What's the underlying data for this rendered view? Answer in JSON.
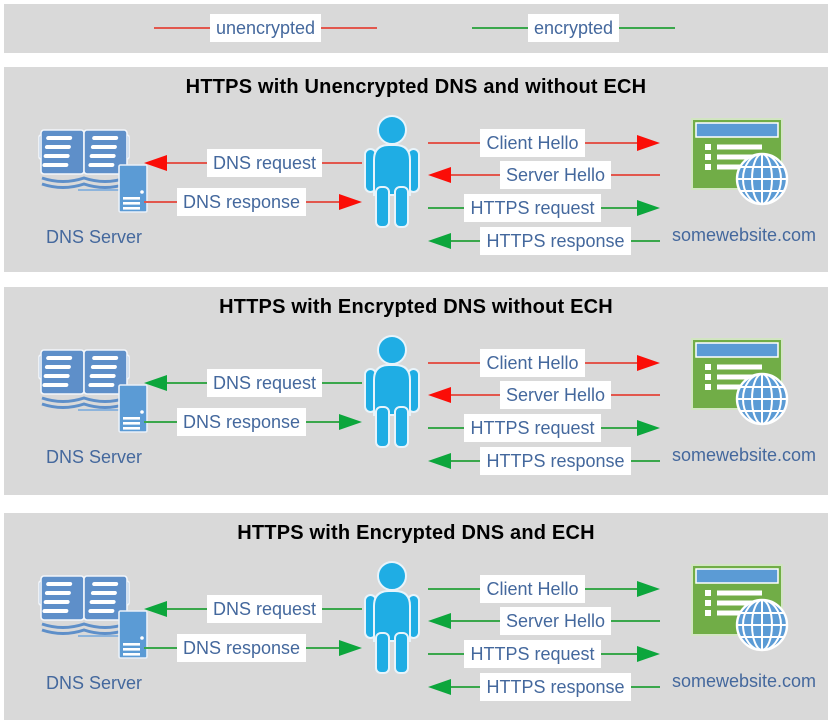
{
  "colors": {
    "panel_bg": "#d9d9d9",
    "label_text": "#44689d",
    "unencrypted_line": "#e2574d",
    "unencrypted_head": "#fb0d07",
    "encrypted_line": "#3aa74c",
    "encrypted_head": "#0ca63c",
    "person_blue": "#1fade4",
    "book_blue": "#5e8fc9",
    "server_blue": "#5b9bd5",
    "window_green": "#71ad47"
  },
  "legend": {
    "unencrypted_label": "unencrypted",
    "encrypted_label": "encrypted"
  },
  "panels": [
    {
      "title": "HTTPS with Unencrypted DNS and without ECH",
      "dns_server_label": "DNS Server",
      "website_label": "somewebsite.com",
      "arrows": {
        "dns_request": {
          "label": "DNS request",
          "direction": "left",
          "encryption": "unencrypted"
        },
        "dns_response": {
          "label": "DNS response",
          "direction": "right",
          "encryption": "unencrypted"
        },
        "client_hello": {
          "label": "Client Hello",
          "direction": "right",
          "encryption": "unencrypted"
        },
        "server_hello": {
          "label": "Server Hello",
          "direction": "left",
          "encryption": "unencrypted"
        },
        "https_request": {
          "label": "HTTPS request",
          "direction": "right",
          "encryption": "encrypted"
        },
        "https_response": {
          "label": "HTTPS response",
          "direction": "left",
          "encryption": "encrypted"
        }
      }
    },
    {
      "title": "HTTPS with Encrypted DNS without ECH",
      "dns_server_label": "DNS Server",
      "website_label": "somewebsite.com",
      "arrows": {
        "dns_request": {
          "label": "DNS request",
          "direction": "left",
          "encryption": "encrypted"
        },
        "dns_response": {
          "label": "DNS response",
          "direction": "right",
          "encryption": "encrypted"
        },
        "client_hello": {
          "label": "Client Hello",
          "direction": "right",
          "encryption": "unencrypted"
        },
        "server_hello": {
          "label": "Server Hello",
          "direction": "left",
          "encryption": "unencrypted"
        },
        "https_request": {
          "label": "HTTPS request",
          "direction": "right",
          "encryption": "encrypted"
        },
        "https_response": {
          "label": "HTTPS response",
          "direction": "left",
          "encryption": "encrypted"
        }
      }
    },
    {
      "title": "HTTPS with Encrypted DNS and ECH",
      "dns_server_label": "DNS Server",
      "website_label": "somewebsite.com",
      "arrows": {
        "dns_request": {
          "label": "DNS request",
          "direction": "left",
          "encryption": "encrypted"
        },
        "dns_response": {
          "label": "DNS response",
          "direction": "right",
          "encryption": "encrypted"
        },
        "client_hello": {
          "label": "Client Hello",
          "direction": "right",
          "encryption": "encrypted"
        },
        "server_hello": {
          "label": "Server Hello",
          "direction": "left",
          "encryption": "encrypted"
        },
        "https_request": {
          "label": "HTTPS request",
          "direction": "right",
          "encryption": "encrypted"
        },
        "https_response": {
          "label": "HTTPS response",
          "direction": "left",
          "encryption": "encrypted"
        }
      }
    }
  ]
}
